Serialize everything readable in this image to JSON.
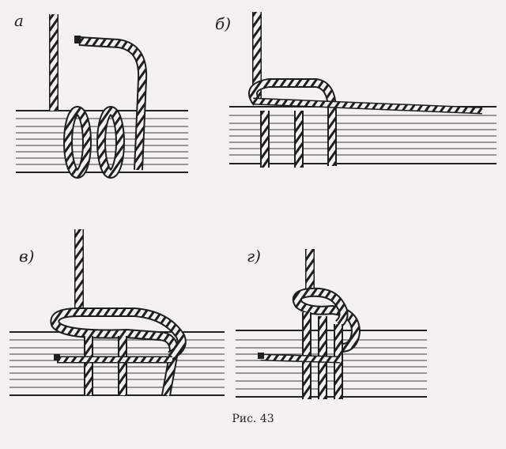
{
  "panels": [
    {
      "id": "a",
      "label": "a"
    },
    {
      "id": "b",
      "label": "б)"
    },
    {
      "id": "v",
      "label": "в)"
    },
    {
      "id": "g",
      "label": "г)"
    }
  ],
  "caption": "Рис. 43",
  "colors": {
    "ink": "#1e1e1e",
    "paper": "#f4f2ee",
    "wood_line": "#3a3a3a"
  }
}
